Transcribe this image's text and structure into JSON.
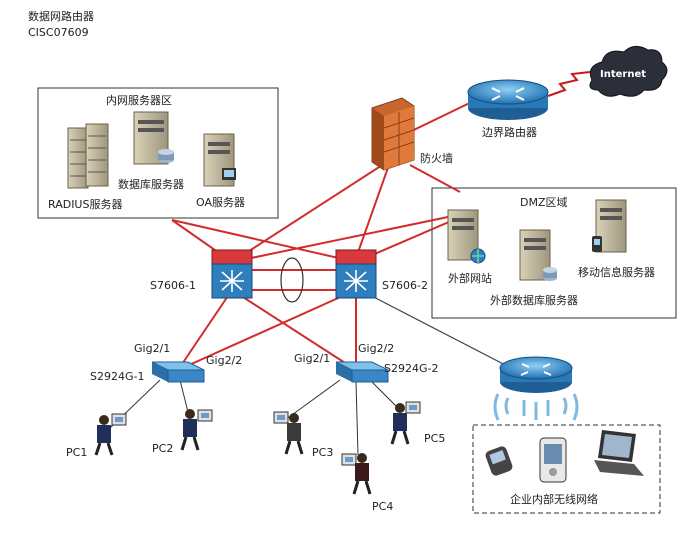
{
  "header": {
    "line1": "数据网路由器",
    "line2": "CISC07609"
  },
  "zones": {
    "internal": "内网服务器区",
    "dmz": "DMZ区域",
    "wireless": "企业内部无线网络"
  },
  "cloud": "Internet",
  "devices": {
    "border_router": "边界路由器",
    "firewall": "防火墙",
    "core1": "S7606-1",
    "core2": "S7606-2",
    "access1": "S2924G-1",
    "access2": "S2924G-2",
    "radius": "RADIUS服务器",
    "db_internal": "数据库服务器",
    "oa": "OA服务器",
    "web": "外部网站",
    "db_external": "外部数据库服务器",
    "mobile_info": "移动信息服务器"
  },
  "ports": {
    "a1_left": "Gig2/1",
    "a1_right": "Gig2/2",
    "a2_left": "Gig2/1",
    "a2_right": "Gig2/2"
  },
  "pcs": [
    "PC1",
    "PC2",
    "PC3",
    "PC4",
    "PC5"
  ],
  "colors": {
    "link_red": "#d22b2b",
    "link_dark": "#3a4a5a",
    "device_blue": "#2f7fbf"
  }
}
